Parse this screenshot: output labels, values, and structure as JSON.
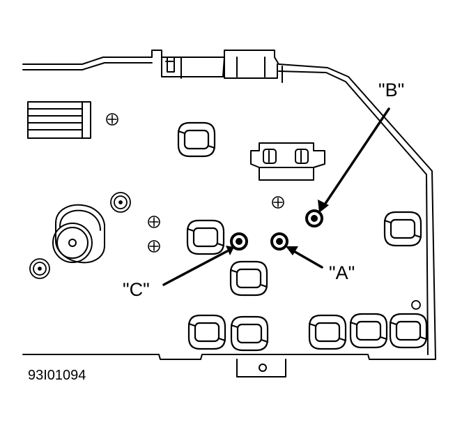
{
  "labels": {
    "a": "\"A\"",
    "b": "\"B\"",
    "c": "\"C\""
  },
  "figure_code": "93I01094",
  "colors": {
    "ink": "#000000",
    "paper": "#ffffff"
  }
}
